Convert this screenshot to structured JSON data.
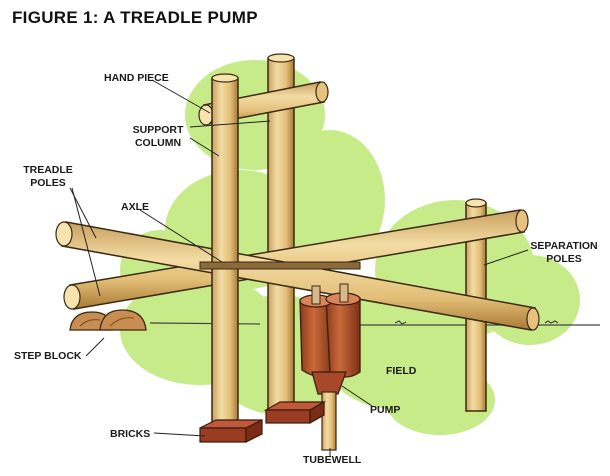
{
  "figure": {
    "title": "FIGURE 1: A TREADLE PUMP",
    "labels": {
      "hand_piece": "HAND PIECE",
      "support_column_1": "SUPPORT",
      "support_column_2": "COLUMN",
      "treadle_poles_1": "TREADLE",
      "treadle_poles_2": "POLES",
      "axle": "AXLE",
      "separation_poles_1": "SEPARATION",
      "separation_poles_2": "POLES",
      "step_block": "STEP BLOCK",
      "field": "FIELD",
      "pump": "PUMP",
      "bricks": "BRICKS",
      "tubewell": "TUBEWELL"
    }
  },
  "colors": {
    "wood_light": "#f0d59a",
    "wood_dark": "#a97a34",
    "wood_outline": "#3a2a14",
    "field_green": "#bfe87a",
    "pump_body": "#b5552b",
    "brick": "#9a3c22",
    "ground_line": "#3f3f3f"
  }
}
